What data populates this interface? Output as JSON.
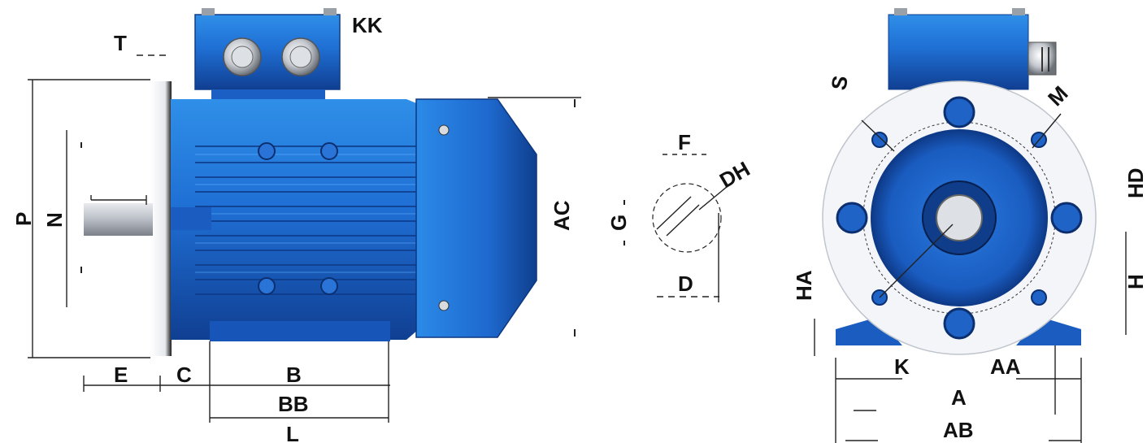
{
  "colors": {
    "motor_blue": "#1f63c6",
    "motor_light": "#2d8ae6",
    "motor_dark": "#0f3d8a",
    "flange_white": "#f4f6fa",
    "shaft_gray": "#c9cdd3",
    "line": "#222222"
  },
  "icons": [
    "cable-gland-icon",
    "bolt-icon",
    "shaft-key-icon"
  ],
  "side_view": {
    "labels": {
      "T": "T",
      "KK": "KK",
      "P": "P",
      "N": "N",
      "AC": "AC",
      "E": "E",
      "C": "C",
      "B": "B",
      "BB": "BB",
      "L": "L"
    }
  },
  "shaft_detail": {
    "labels": {
      "F": "F",
      "G": "G",
      "DH": "DH",
      "D": "D"
    }
  },
  "front_view": {
    "labels": {
      "S": "S",
      "M": "M",
      "HD": "HD",
      "HA": "HA",
      "H": "H",
      "K": "K",
      "AA": "AA",
      "A": "A",
      "AB": "AB"
    }
  }
}
